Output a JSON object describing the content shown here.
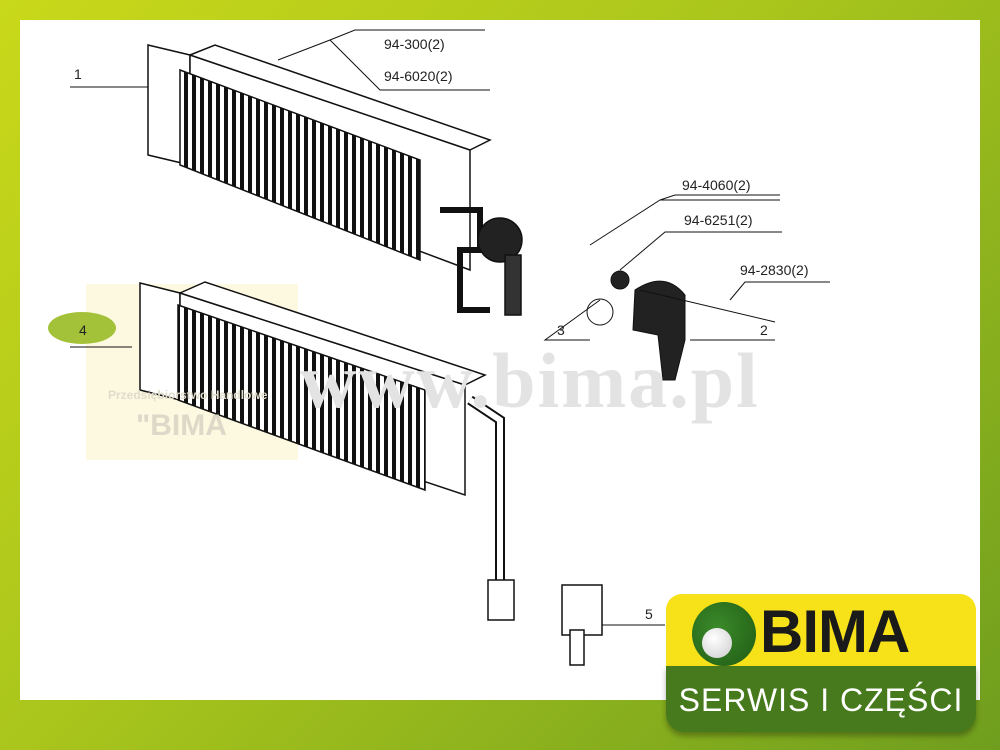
{
  "watermark": {
    "url": "www.bima.pl",
    "company_small": "Przedsiębiorstwo Handlowe",
    "company": "\"BIMA"
  },
  "callouts": {
    "item1": "1",
    "item2": "2",
    "item3": "3",
    "item4": "4",
    "item5": "5",
    "ref_a": "94-300(2)",
    "ref_b": "94-6020(2)",
    "ref_c": "94-4060(2)",
    "ref_d": "94-6251(2)",
    "ref_e": "94-2830(2)"
  },
  "logo": {
    "brand": "BIMA",
    "tagline": "SERWIS I CZĘŚCI"
  },
  "colors": {
    "brand_green": "#477a1c",
    "brand_yellow": "#f7e21a",
    "badge": "#a4c239"
  }
}
